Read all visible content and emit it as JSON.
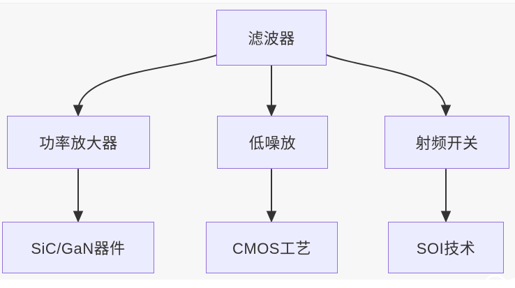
{
  "diagram": {
    "type": "flowchart",
    "direction": "top-down",
    "nodes": [
      {
        "id": "filter",
        "label": "滤波器",
        "level": 0
      },
      {
        "id": "pa",
        "label": "功率放大器",
        "level": 1
      },
      {
        "id": "lna",
        "label": "低噪放",
        "level": 1
      },
      {
        "id": "rf-switch",
        "label": "射频开关",
        "level": 1
      },
      {
        "id": "sic-gan",
        "label": "SiC/GaN器件",
        "level": 2
      },
      {
        "id": "cmos",
        "label": "CMOS工艺",
        "level": 2
      },
      {
        "id": "soi",
        "label": "SOI技术",
        "level": 2
      }
    ],
    "edges": [
      {
        "from": "滤波器",
        "to": "功率放大器"
      },
      {
        "from": "滤波器",
        "to": "低噪放"
      },
      {
        "from": "滤波器",
        "to": "射频开关"
      },
      {
        "from": "功率放大器",
        "to": "SiC/GaN器件"
      },
      {
        "from": "低噪放",
        "to": "CMOS工艺"
      },
      {
        "from": "射频开关",
        "to": "SOI技术"
      }
    ],
    "colors": {
      "background": "#f7f7f8",
      "node_fill": "#ECECFF",
      "node_border": "#9370DB",
      "edge": "#333333",
      "text": "#333333"
    }
  }
}
